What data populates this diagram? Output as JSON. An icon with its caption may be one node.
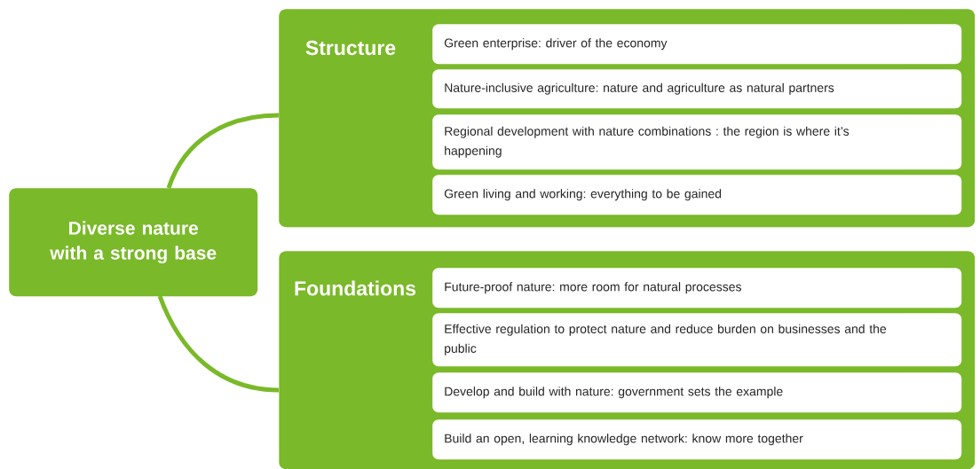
{
  "diagram": {
    "nodes": [
      {
        "text": [
          "Diverse nature with a strong base"
        ]
      },
      {
        "text": [
          "Structure"
        ]
      },
      {
        "text": [
          "Green enterprise: driver of the economy"
        ],
        "in": 1
      },
      {
        "text": [
          "Nature-inclusive agriculture: nature and agriculture as natural partners"
        ],
        "in": 1
      },
      {
        "text": [
          "Regional development with nature combinations : the region is where it’s happening"
        ],
        "in": 1
      },
      {
        "text": [
          "Green living and working: everything to be gained"
        ],
        "in": 1
      },
      {
        "text": [
          "Foundations"
        ]
      },
      {
        "text": [
          "Future-proof nature: more room for natural processes"
        ],
        "in": 6
      },
      {
        "text": [
          "Effective regulation to protect nature and reduce burden on businesses and the public"
        ],
        "in": 6
      },
      {
        "text": [
          "Develop and build with nature: government sets the example"
        ],
        "in": 6
      },
      {
        "text": [
          "Build an open, learning knowledge network: know more together"
        ],
        "in": 6
      }
    ],
    "edges": [
      {
        "from": 0,
        "to": 1,
        "arrow": "none"
      },
      {
        "from": 0,
        "to": 6,
        "arrow": "none"
      }
    ]
  }
}
